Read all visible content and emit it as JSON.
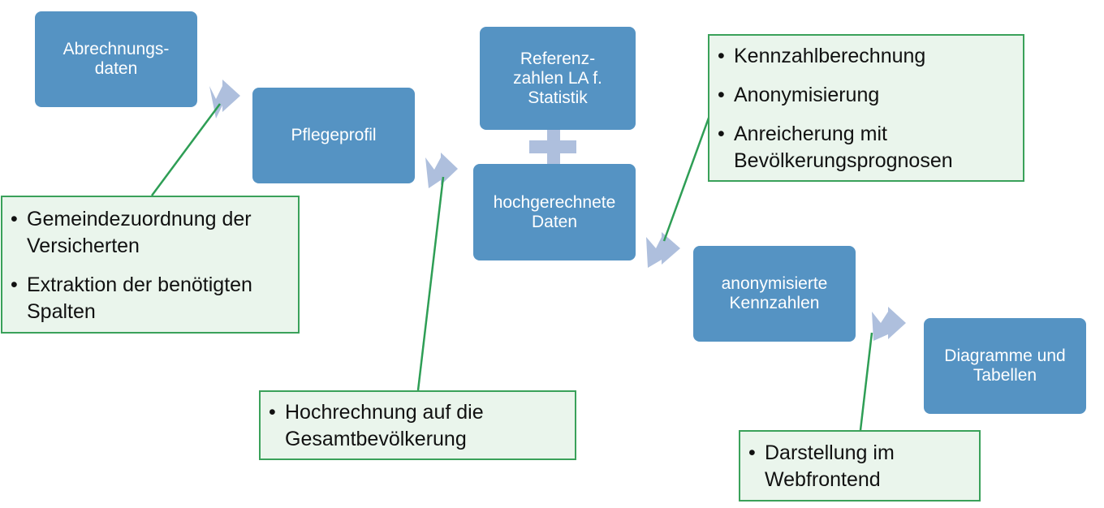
{
  "colors": {
    "process_fill": "#5593c3",
    "arrow_fill": "#aebfdd",
    "connector_line": "#2e9e55",
    "note_fill": "#eaf5ec",
    "note_border": "#3aa15a"
  },
  "process_boxes": {
    "abrechnungsdaten": "Abrechnungs-\ndaten",
    "pflegeprofil": "Pflegeprofil",
    "referenzzahlen": "Referenz-\nzahlen LA f.\nStatistik",
    "hochgerechnete_daten": "hochgerechnete\nDaten",
    "anonymisierte_kennzahlen": "anonymisierte\nKennzahlen",
    "diagramme_tabellen": "Diagramme und\nTabellen"
  },
  "notes": {
    "zuordnung": [
      "Gemeindezuordnung der Versicherten",
      "Extraktion der benötigten Spalten"
    ],
    "hochrechnung": [
      "Hochrechnung auf die Gesamtbevölkerung"
    ],
    "kennzahlen": [
      "Kennzahlberechnung",
      "Anonymisierung",
      "Anreicherung mit Bevölkerungsprognosen"
    ],
    "darstellung": [
      "Darstellung im Webfrontend"
    ]
  }
}
